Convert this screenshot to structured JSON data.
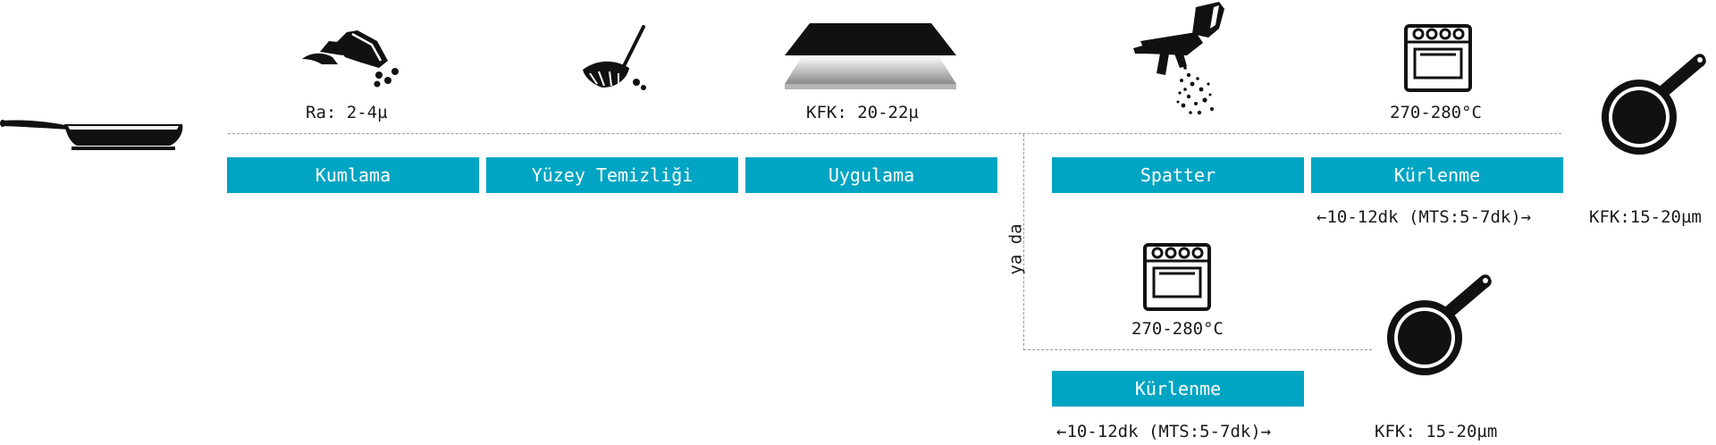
{
  "colors": {
    "accent": "#00a5c3",
    "icon": "#111111",
    "divider": "#9a9a9a"
  },
  "icons": [
    "pan-icon",
    "shaker-icon",
    "broom-icon",
    "coating-layer-icon",
    "spray-gun-icon",
    "oven-icon",
    "oven-icon",
    "frying-pan-icon",
    "frying-pan-icon"
  ],
  "top": {
    "labels": {
      "ra": "Ra: 2-4µ",
      "kfk_coat": "KFK: 20-22µ",
      "temp": "270-280°C",
      "time": "←10-12dk (MTS:5-7dk)→",
      "result": "KFK:15-20µm"
    },
    "steps": [
      "Kumlama",
      "Yüzey Temizliği",
      "Uygulama",
      "Spatter",
      "Kürlenme"
    ]
  },
  "or_text": "ya da",
  "bottom": {
    "temp": "270-280°C",
    "step": "Kürlenme",
    "time": "←10-12dk (MTS:5-7dk)→",
    "result": "KFK: 15-20µm"
  }
}
